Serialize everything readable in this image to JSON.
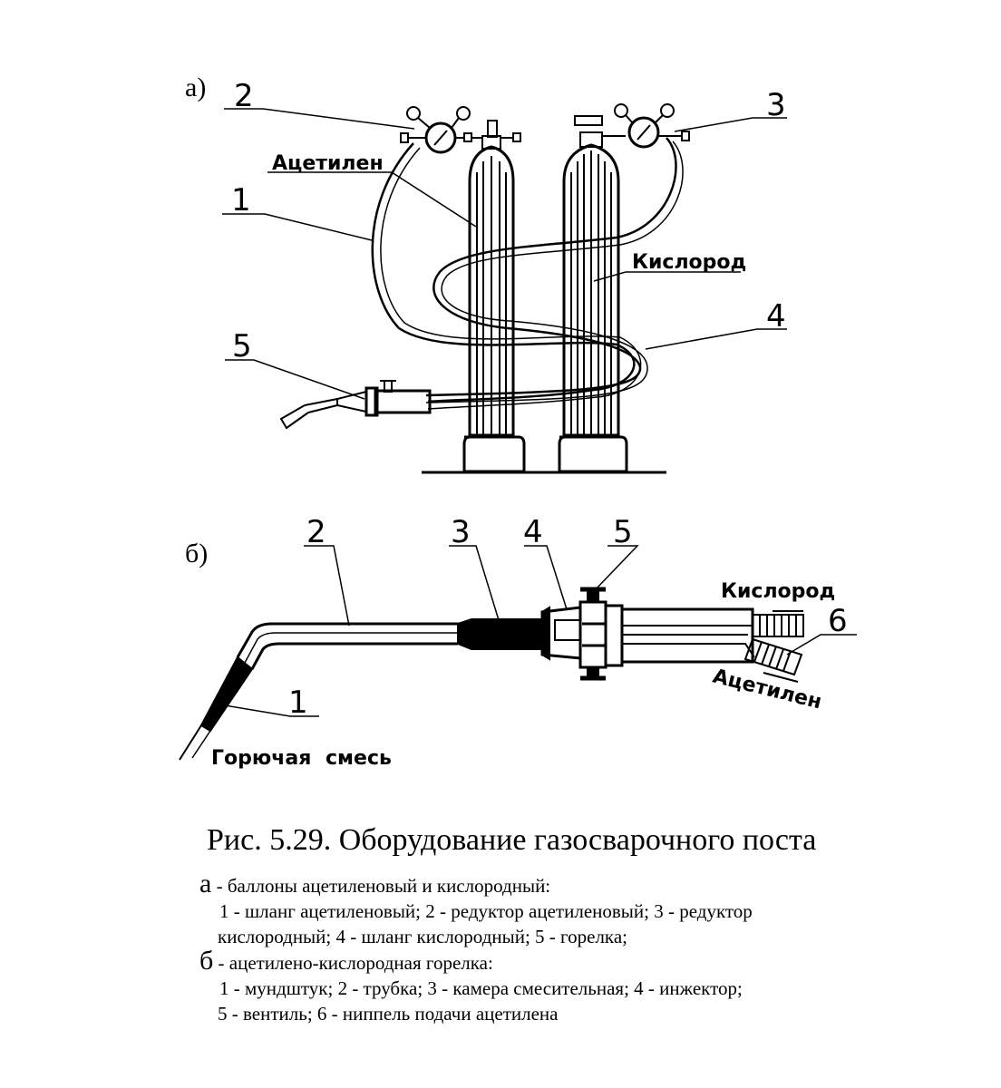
{
  "diagram_a": {
    "marker": "а)",
    "callouts": [
      "1",
      "2",
      "3",
      "4",
      "5"
    ],
    "labels": {
      "acetylene": "Ацетилен",
      "oxygen": "Кислород"
    }
  },
  "diagram_b": {
    "marker": "б)",
    "callouts": [
      "1",
      "2",
      "3",
      "4",
      "5",
      "6"
    ],
    "labels": {
      "oxygen": "Кислород",
      "acetylene": "Ацетилен",
      "mixture": "Горючая смесь"
    }
  },
  "caption": {
    "title": "Рис. 5.29. Оборудование газосварочного поста",
    "a_letter": "а",
    "a_text": " - баллоны ацетиленовый и кислородный:",
    "a_items_line1": "1 - шланг ацетиленовый; 2 - редуктор ацетиленовый; 3 - редуктор",
    "a_items_line2": "кислородный; 4 - шланг кислородный;   5 - горелка;",
    "b_letter": "б",
    "b_text": " - ацетилено-кислородная горелка:",
    "b_items_line1": "1 - мундштук; 2 - трубка; 3 - камера смесительная; 4 - инжектор;",
    "b_items_line2": "5 - вентиль; 6 - ниппель подачи ацетилена"
  }
}
